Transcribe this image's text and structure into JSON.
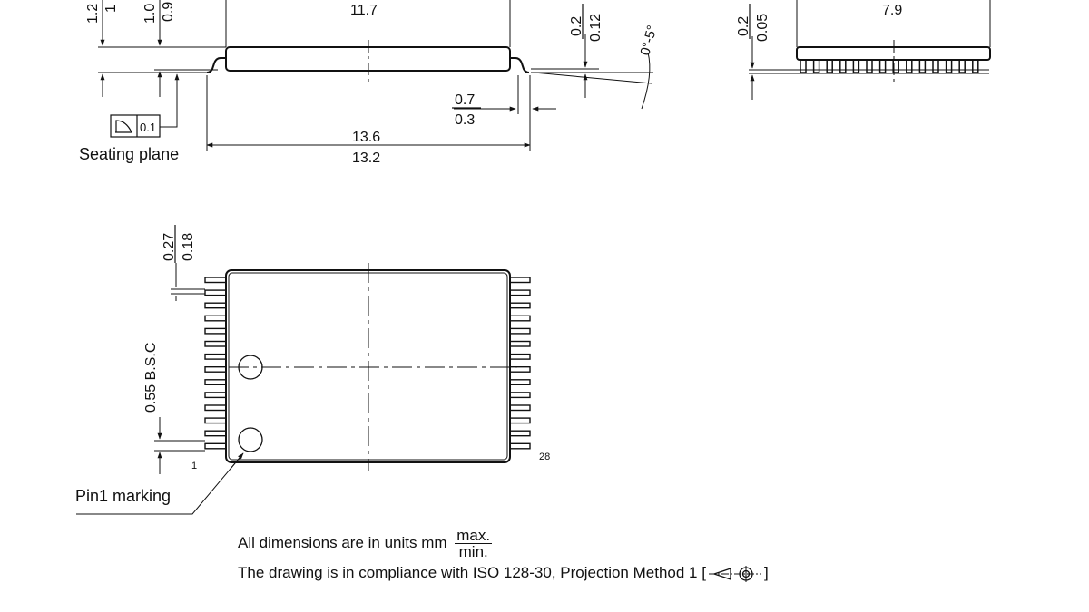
{
  "side_view": {
    "dims_left": [
      {
        "max": "1.2",
        "min": "1"
      },
      {
        "max": "1.0",
        "min": "0.9"
      }
    ],
    "body_length": "11.7",
    "standoff": {
      "max": "0.2",
      "min": "0.12"
    },
    "lead_angle": "0°-5°",
    "lead_length": {
      "max": "0.7",
      "min": "0.3"
    },
    "overall_length": {
      "max": "13.6",
      "min": "13.2"
    },
    "coplanarity_value": "0.1",
    "seating_plane_label": "Seating plane"
  },
  "end_view": {
    "body_width": "7.9",
    "standoff": {
      "max": "0.2",
      "min": "0.05"
    }
  },
  "top_view": {
    "lead_width": {
      "max": "0.27",
      "min": "0.18"
    },
    "pitch": "0.55 B.S.C",
    "pin_first": "1",
    "pin_last": "28",
    "pin1_label": "Pin1 marking"
  },
  "notes": {
    "units_prefix": "All dimensions are in units mm",
    "units_max": "max.",
    "units_min": "min.",
    "standard_prefix": "The drawing is in compliance with ISO 128-30, Projection Method 1 [",
    "standard_suffix": "]"
  }
}
